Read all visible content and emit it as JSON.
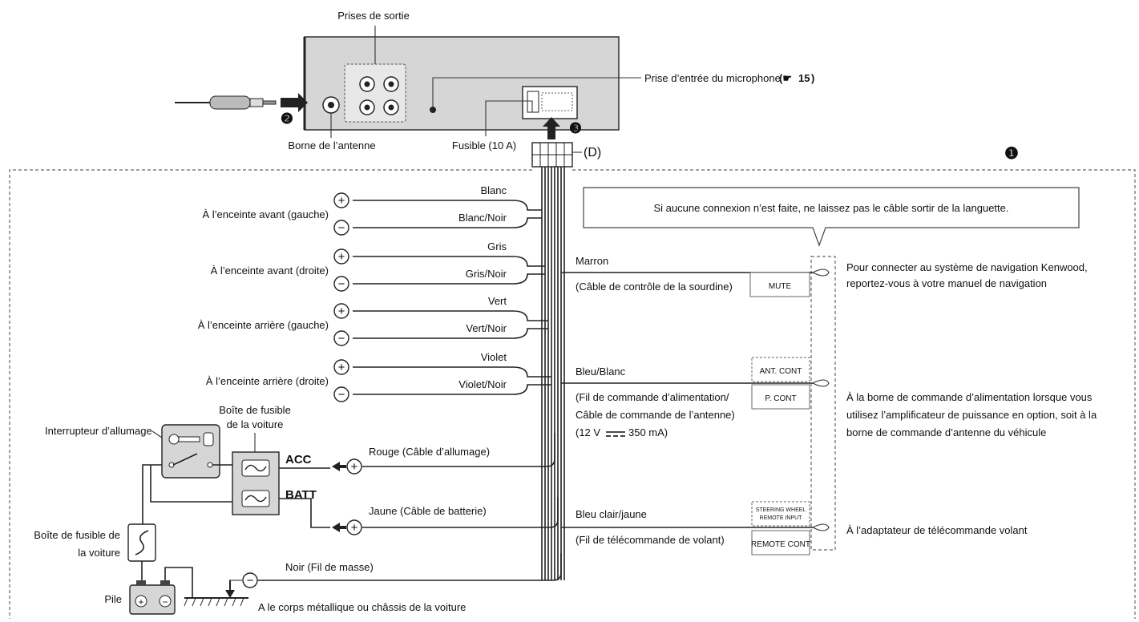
{
  "unit": {
    "output_jacks": "Prises de sortie",
    "mic_input": "Prise d’entrée du microphone",
    "mic_ref": "15",
    "antenna_terminal": "Borne de l’antenne",
    "fuse": "Fusible (10 A)",
    "connector_d": "(D)"
  },
  "callouts": {
    "one": "❶",
    "two": "❷",
    "three": "❸"
  },
  "speakers": [
    {
      "label": "À l’enceinte avant (gauche)",
      "plus_wire": "Blanc",
      "minus_wire": "Blanc/Noir"
    },
    {
      "label": "À l’enceinte avant (droite)",
      "plus_wire": "Gris",
      "minus_wire": "Gris/Noir"
    },
    {
      "label": "À l’enceinte arrière (gauche)",
      "plus_wire": "Vert",
      "minus_wire": "Vert/Noir"
    },
    {
      "label": "À l’enceinte arrière (droite)",
      "plus_wire": "Violet",
      "minus_wire": "Violet/Noir"
    }
  ],
  "note": "Si aucune connexion n’est faite, ne laissez pas le câble sortir de la languette.",
  "right_wires": {
    "mute": {
      "color": "Marron",
      "desc": "(Câble de contrôle de la sourdine)",
      "tag": "MUTE",
      "target_line1": "Pour connecter au système de navigation Kenwood,",
      "target_line2": "reportez-vous à votre manuel de navigation"
    },
    "pcont": {
      "color": "Bleu/Blanc",
      "desc1": "(Fil de commande d’alimentation/",
      "desc2": "Câble de commande de l’antenne)",
      "spec_prefix": "(12 V",
      "spec_suffix": "350 mA)",
      "tag_top": "ANT. CONT",
      "tag_bottom": "P. CONT",
      "target_line1": "À la borne de commande d’alimentation lorsque vous",
      "target_line2": "utilisez l’amplificateur de puissance en option, soit à la",
      "target_line3": "borne de commande d’antenne du véhicule"
    },
    "steering": {
      "color": "Bleu clair/jaune",
      "desc": "(Fil de télécommande de volant)",
      "tag_top1": "STEERING WHEEL",
      "tag_top2": "REMOTE INPUT",
      "tag_bottom": "REMOTE CONT",
      "target": "À l’adaptateur de télécommande volant"
    }
  },
  "power": {
    "ignition_switch": "Interrupteur d’allumage",
    "car_fuse_box1": "Boîte de fusible",
    "car_fuse_box2": "de la voiture",
    "acc": "ACC",
    "batt": "BATT",
    "red_wire": "Rouge (Câble d’allumage)",
    "yellow_wire": "Jaune (Câble de batterie)",
    "fuse_box_left1": "Boîte de fusible de",
    "fuse_box_left2": "la voiture",
    "battery": "Pile",
    "black_wire": "Noir (Fil de masse)",
    "ground_target": "A le corps métallique ou châssis de la voiture"
  },
  "symbols": {
    "plus": "+",
    "minus": "−"
  }
}
